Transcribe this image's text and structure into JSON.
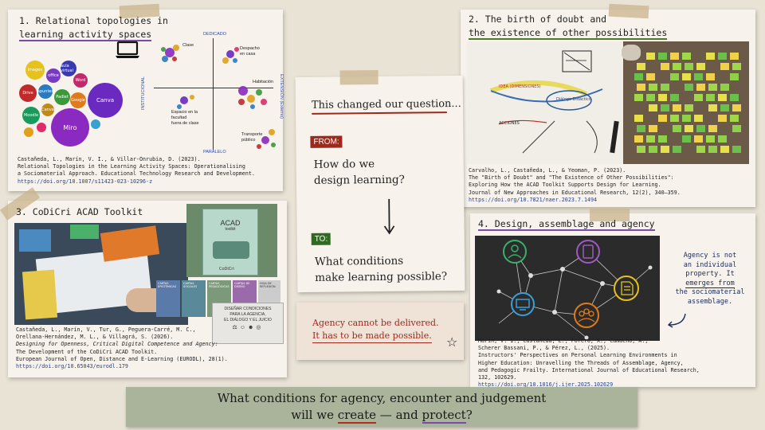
{
  "colors": {
    "bg": "#e9e3d6",
    "note": "#f7f3ec",
    "accent_red": "#9c2a1c",
    "accent_green": "#2e6a1f",
    "accent_purple": "#7a4aa8",
    "link": "#1f3f9c",
    "banner": "#aab49a"
  },
  "card1": {
    "title_line1": "1. Relational topologies in",
    "title_line2": "learning activity spaces",
    "icon": "laptop-icon",
    "diagram": {
      "axis_top": "DEDICADO",
      "axis_bottom": "PARALELO",
      "axis_left": "INSTITUCIONAL",
      "axis_right": "EXTENSIÓN (Externo)",
      "q_clase": "Clase",
      "q_despacho_1": "Despacho",
      "q_despacho_2": "en casa",
      "q_habitacion": "Habitación",
      "q_espacio_1": "Espacio en la",
      "q_espacio_2": "facultad",
      "q_espacio_3": "fuera de clase",
      "q_transporte_1": "Transporte",
      "q_transporte_2": "público"
    },
    "bubbles": {
      "imagen": "Imagen",
      "canva": "Canva",
      "miro": "Miro",
      "moodle": "Moodle",
      "padlet": "Padlet",
      "office": "office",
      "aula": "aula virtual",
      "word": "Word",
      "drive": "Drive",
      "apuntes": "apuntes",
      "google": "Google",
      "canvas": "Canva"
    },
    "cite1": "Castañeda, L., Marín, V. I., & Villar-Onrubia, D. (2023).",
    "cite2": "Relational Topologies in the Learning Activity Spaces: Operationalising",
    "cite3": "a Sociomaterial Approach. Educational Technology Research and Development.",
    "doi": "https://doi.org/10.1007/s11423-023-10296-z"
  },
  "card2": {
    "title_line1": "2. The birth of doubt and",
    "title_line2": "the existence of other possibilities",
    "photo_labels": {
      "flow1": "IDEA (DIMENSIONES)",
      "flow2": "Diálogo Didáctico",
      "flow3": "ACCIONES"
    },
    "cite1": "Carvalho, L., Castañeda, L., & Yeoman, P. (2023).",
    "cite2": "The \"Birth of Doubt\" and \"The Existence of Other Possibilities\":",
    "cite3": "Exploring How the ACAD Toolkit Supports Design for Learning.",
    "cite4": "Journal of New Approaches in Educational Research, 12(2), 340–359.",
    "doi": "https://doi.org/10.7821/naer.2023.7.1494"
  },
  "card3": {
    "title": "3. CoDiCri ACAD Toolkit",
    "box_title_1": "ACAD",
    "box_title_2": "toolkit",
    "box_brand": "CoDiCri",
    "card_labels": [
      "CARTAS EPISTÉMICAS",
      "CARTAS SOCIALES",
      "CARTAS PEDAGÓGICAS",
      "CARTAS DE DISEÑO",
      "HOJA DE REFLEXIÓN"
    ],
    "booklet_1": "DISEÑAR CONDICIONES",
    "booklet_2": "PARA LA AGENCIA,",
    "booklet_3": "EL DIÁLOGO Y EL JUICIO",
    "cite1": "Castañeda, L., Marín, V., Tur, G., Peguera-Carré, M. C.,",
    "cite2": "Orellana-Hernández, M. L., & Villagrá, S. (2026).",
    "cite3": "Designing for Openness, Critical Digital Competence and Agency:",
    "cite4": "The Development of the CoDiCri ACAD Toolkit.",
    "cite5": "European Journal of Open, Distance and E-Learning (EURODL), 28(1).",
    "doi": "https://doi.org/10.65043/eurodl.179"
  },
  "card4": {
    "title": "4. Design, assemblage and agency",
    "note_1": "Agency is not",
    "note_2": "an individual",
    "note_3": "property. It",
    "note_4": "emerges from",
    "note_5": "the sociomaterial",
    "note_6": "assemblage.",
    "cite1": "Marín, V. I., Castañeda, L., Forero, X., Camacho, A.,",
    "cite2": "Scherer Bassani, P., & Pérez, L., (2025).",
    "cite3": "Instructors' Perspectives on Personal Learning Environments in",
    "cite4": "Higher Education: Unravelling the Threads of Assemblage, Agency,",
    "cite5": "and Pedagogic Frailty. International Journal of Educational Research,",
    "cite6": "132, 102629.",
    "doi": "https://doi.org/10.1016/j.ijer.2025.102629"
  },
  "center": {
    "heading": "This changed our question...",
    "from_label": "FROM:",
    "from_q1": "How do we",
    "from_q2": "design learning?",
    "to_label": "TO:",
    "to_q1": "What conditions",
    "to_q2": "make learning possible?",
    "agency_1": "Agency cannot be delivered.",
    "agency_2": "It has to be made possible."
  },
  "banner": {
    "line1": "What conditions for agency, encounter and judgement",
    "line2_a": "will we ",
    "line2_b": "create",
    "line2_c": " — and ",
    "line2_d": "protect",
    "line2_e": "?"
  }
}
